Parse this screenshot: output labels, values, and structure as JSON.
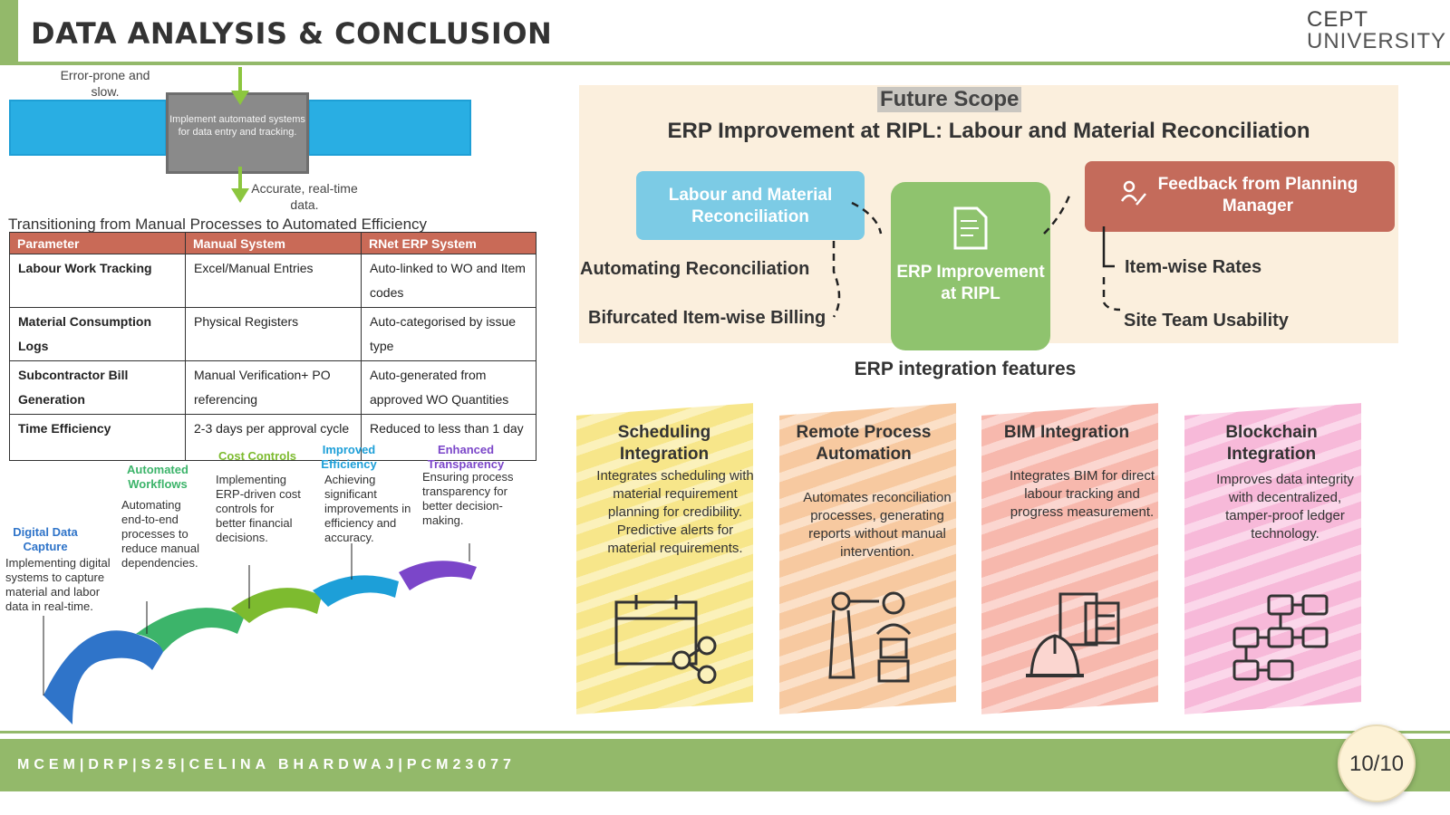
{
  "header": {
    "title": "DATA ANALYSIS & CONCLUSION",
    "logo_line1": "CEPT",
    "logo_line2": "UNIVERSITY"
  },
  "process": {
    "input_note": "Error-prone and slow.",
    "box_text": "Implement automated systems for data entry and tracking.",
    "output_note": "Accurate, real-time data."
  },
  "table": {
    "title": "Transitioning from Manual Processes to Automated Efficiency",
    "headers": [
      "Parameter",
      "Manual System",
      "RNet ERP System"
    ],
    "rows": [
      [
        "Labour Work Tracking",
        "Excel/Manual Entries",
        "Auto-linked to WO and Item codes"
      ],
      [
        "Material Consumption Logs",
        "Physical Registers",
        "Auto-categorised by issue type"
      ],
      [
        "Subcontractor Bill Generation",
        "Manual Verification+ PO referencing",
        "Auto-generated from approved WO Quantities"
      ],
      [
        "Time Efficiency",
        "2-3 days per approval cycle",
        "Reduced to less than 1 day"
      ]
    ]
  },
  "steps": [
    {
      "title": "Digital Data Capture",
      "desc": "Implementing digital systems to capture material and labor data in real-time.",
      "color": "#2f74c9"
    },
    {
      "title": "Automated Workflows",
      "desc": "Automating end-to-end processes to reduce manual dependencies.",
      "color": "#3cb46a"
    },
    {
      "title": "Cost Controls",
      "desc": "Implementing ERP-driven cost controls for better financial decisions.",
      "color": "#7dbb2f"
    },
    {
      "title": "Improved Efficiency",
      "desc": "Achieving significant improvements in efficiency and accuracy.",
      "color": "#1d9fd8"
    },
    {
      "title": "Enhanced Transparency",
      "desc": "Ensuring process transparency for better decision-making.",
      "color": "#7b46c9"
    }
  ],
  "future": {
    "tag": "Future Scope",
    "subtitle": "ERP Improvement at RIPL: Labour and Material Reconciliation",
    "card_left": "Labour and Material Reconciliation",
    "card_center": "ERP Improvement at RIPL",
    "card_right": "Feedback from Planning Manager",
    "labels": [
      "Automating Reconciliation",
      "Bifurcated Item-wise Billing",
      "Item-wise Rates",
      "Site Team Usability"
    ],
    "integration_title": "ERP integration features"
  },
  "features": [
    {
      "title": "Scheduling Integration",
      "desc": "Integrates scheduling with material requirement planning for credibility. Predictive alerts for material requirements.",
      "icon": "calendar-share-icon",
      "color": "#f7e68a"
    },
    {
      "title": "Remote Process Automation",
      "desc": "Automates reconciliation processes, generating reports without manual intervention.",
      "icon": "robot-arm-icon",
      "color": "#f7c9a0"
    },
    {
      "title": "BIM Integration",
      "desc": "Integrates BIM for direct labour tracking and progress measurement.",
      "icon": "bim-hardhat-icon",
      "color": "#f7b8ad"
    },
    {
      "title": "Blockchain Integration",
      "desc": "Improves data integrity with decentralized, tamper-proof ledger technology.",
      "icon": "blockchain-icon",
      "color": "#f7b9d9"
    }
  ],
  "footer": {
    "text": "MCEM|DRP|S25|CELINA BHARDWAJ|PCM23077",
    "page": "10/10"
  }
}
